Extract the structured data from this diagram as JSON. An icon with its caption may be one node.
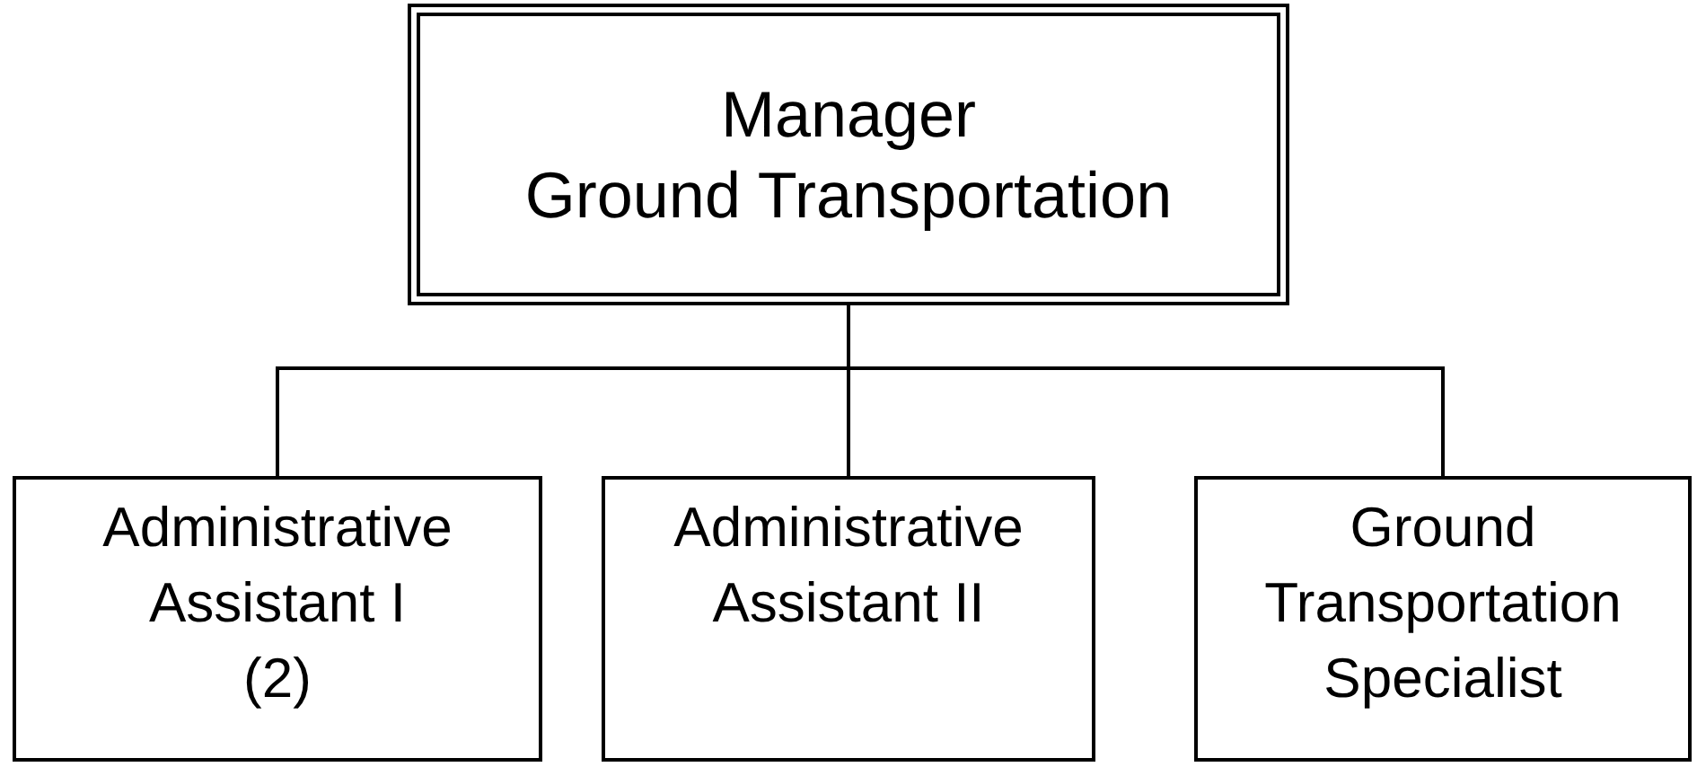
{
  "diagram": {
    "nodes": [
      {
        "text": [
          "Manager",
          "Ground Transportation"
        ]
      },
      {
        "text": [
          "Administrative Assistant I",
          "(2)"
        ]
      },
      {
        "text": [
          "Administrative Assistant II"
        ]
      },
      {
        "text": [
          "Ground Transportation Specialist"
        ]
      }
    ],
    "edges": [
      {
        "from": 0,
        "to": 1,
        "arrow": "none"
      },
      {
        "from": 0,
        "to": 2,
        "arrow": "none"
      },
      {
        "from": 0,
        "to": 3,
        "arrow": "none"
      }
    ]
  }
}
